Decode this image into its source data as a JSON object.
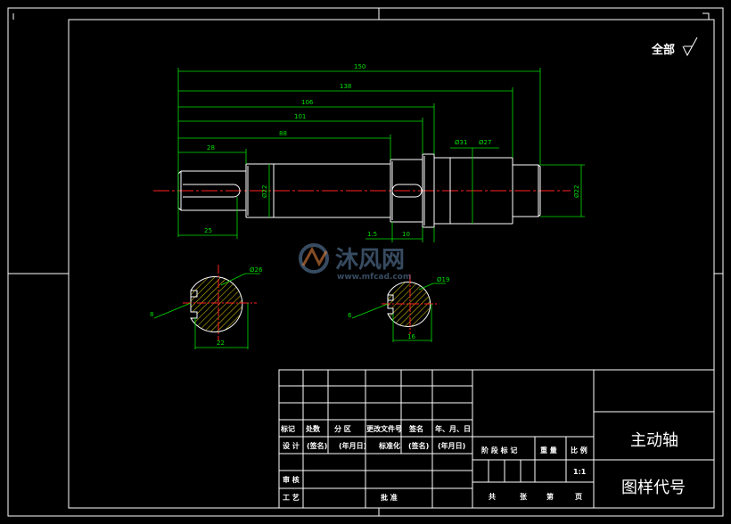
{
  "roughness_note": "全部",
  "dimensions": {
    "d150": "150",
    "d138": "138",
    "d106": "106",
    "d101": "101",
    "d88": "88",
    "d28": "28",
    "d25": "25",
    "dia31": "Ø31",
    "dia27": "Ø27",
    "dia22_left": "Ø22",
    "dia22_right": "Ø22",
    "d1_5": "1.5",
    "d10": "10",
    "sec1_dia": "Ø26",
    "sec1_width": "22",
    "sec1_tol": "8",
    "sec2_dia": "Ø19",
    "sec2_width": "16",
    "sec2_tol": "6"
  },
  "watermark": {
    "text": "沐风网",
    "url": "www.mfcad.com"
  },
  "title_block": {
    "rev_headers": [
      "标记",
      "处数",
      "分 区",
      "更改文件号",
      "签名",
      "年、月、日"
    ],
    "design_row": [
      "设 计",
      "(签名)",
      "(年月日)",
      "标准化",
      "(签名)",
      "(年月日)"
    ],
    "review": "审 核",
    "process": "工 艺",
    "approve": "批 准",
    "stage_headers": [
      "阶 段 标 记",
      "重 量",
      "比 例"
    ],
    "scale": "1:1",
    "sheet_info": [
      "共",
      "张",
      "第",
      "页"
    ],
    "part_name": "主动轴",
    "drawing_code": "图样代号"
  }
}
